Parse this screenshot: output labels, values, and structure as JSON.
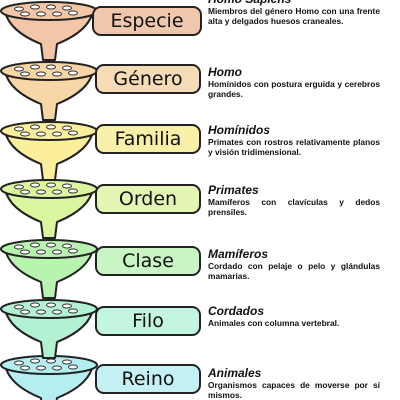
{
  "levels": [
    {
      "rank": "Especie",
      "title": "Homo Sapiens",
      "text": "Miembros del género Homo con una frente alta y delgados huesos craneales.",
      "bowl_color": "#f3c6a7",
      "label_color": "#efc7ad"
    },
    {
      "rank": "Género",
      "title": "Homo",
      "text": "Homínidos con postura erguida y cerebros grandes.",
      "bowl_color": "#f8d6a6",
      "label_color": "#f5dbb6"
    },
    {
      "rank": "Familia",
      "title": "Homínidos",
      "text": "Primates con rostros relativamente planos y visión tridimensional.",
      "bowl_color": "#fbef9c",
      "label_color": "#f8f0a8"
    },
    {
      "rank": "Orden",
      "title": "Primates",
      "text": "Mamíferos con clavículas y dedos prensiles.",
      "bowl_color": "#dcf59f",
      "label_color": "#e3f6b3"
    },
    {
      "rank": "Clase",
      "title": "Mamíferos",
      "text": "Cordado con pelaje o pelo y glándulas mamarias.",
      "bowl_color": "#b9f3b0",
      "label_color": "#c9f5c4"
    },
    {
      "rank": "Filo",
      "title": "Cordados",
      "text": "Animales con columna vertebral.",
      "bowl_color": "#b2f2d2",
      "label_color": "#c3f5e0"
    },
    {
      "rank": "Reino",
      "title": "Animales",
      "text": "Organismos capaces de moverse por sí mismos.",
      "bowl_color": "#b4eef0",
      "label_color": "#c5f1f4"
    }
  ]
}
